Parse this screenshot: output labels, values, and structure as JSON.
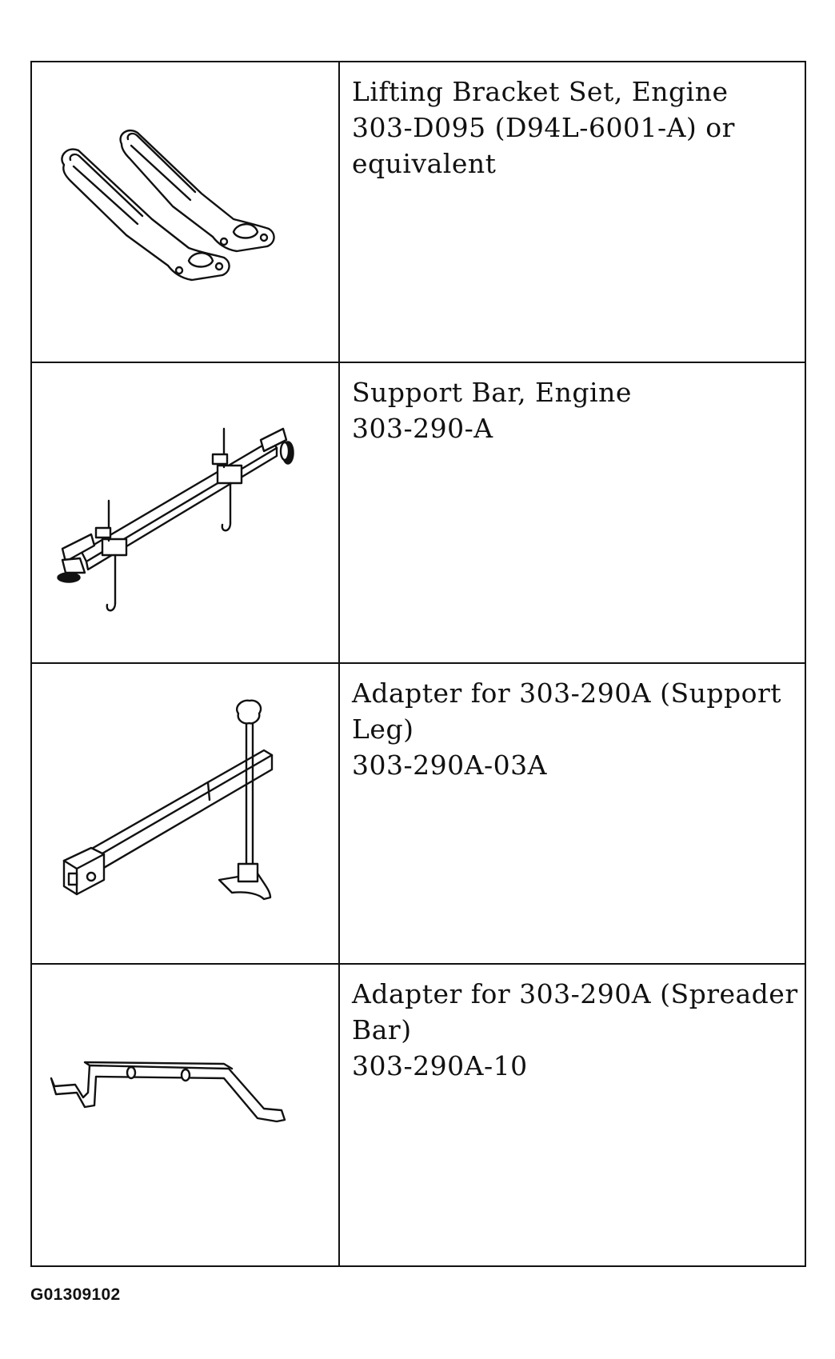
{
  "tools": [
    {
      "lines": [
        "Lifting Bracket Set, Engine",
        "303-D095 (D94L-6001-A) or",
        "equivalent"
      ],
      "icon": "lifting-bracket-set-illustration"
    },
    {
      "lines": [
        "Support Bar, Engine",
        "303-290-A"
      ],
      "icon": "support-bar-illustration"
    },
    {
      "lines": [
        "Adapter for 303-290A (Support",
        "Leg)",
        "303-290A-03A"
      ],
      "icon": "support-leg-adapter-illustration"
    },
    {
      "lines": [
        "Adapter for 303-290A (Spreader",
        "Bar)",
        "303-290A-10"
      ],
      "icon": "spreader-bar-adapter-illustration"
    }
  ],
  "footer": {
    "figure_id": "G01309102"
  }
}
